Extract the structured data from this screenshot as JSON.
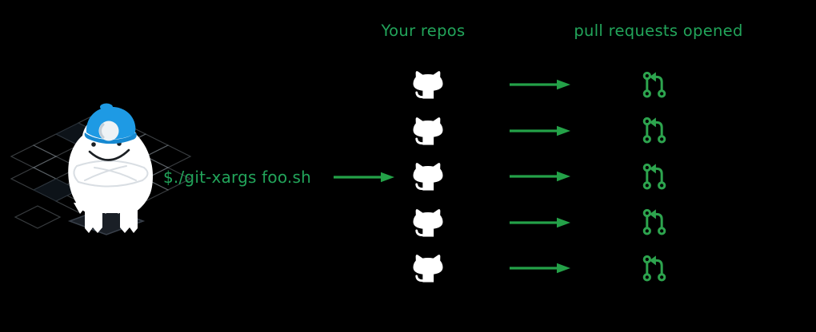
{
  "page": {
    "background": "#000000",
    "description_domain": "diagram"
  },
  "colors": {
    "text_green": "#22a45a",
    "icon_green": "#2da44e",
    "mascot_white": "#ffffff",
    "helmet_blue": "#1e9ae4",
    "platform_tile_fill": "#1a1f26",
    "grid_line_gray": "#97a0a8"
  },
  "command": {
    "text": "$./git-xargs foo.sh"
  },
  "headings": {
    "repos": "Your repos",
    "pull_requests": "pull requests opened"
  },
  "diagram": {
    "row_count": 5,
    "repo_icon": "github-octocat-icon",
    "pr_icon": "git-pull-request-icon",
    "arrow_icon": "right-arrow-icon",
    "mascot": "yeti-mascot-with-blue-hard-hat"
  }
}
